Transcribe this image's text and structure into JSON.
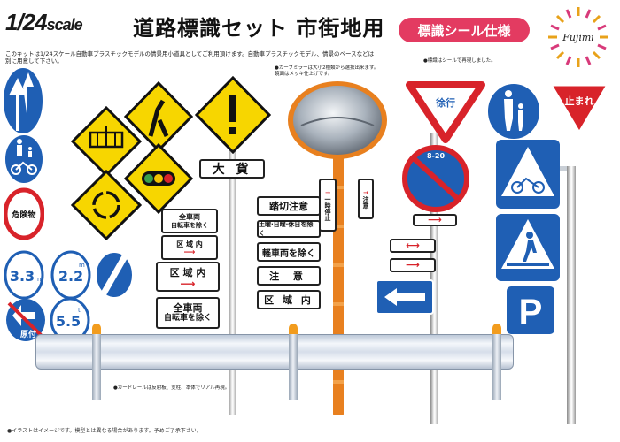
{
  "header": {
    "scale": "1/24",
    "scale_word": "scale",
    "title": "道路標識セット 市街地用",
    "badge": "標識シール仕様",
    "brand": "Fujimi"
  },
  "intro": "このキットは1/24スケール自動車プラスチックモデルの情景用小道具としてご利用頂けます。自動車プラスチックモデル、情景のベースなどは別に用意して下さい。",
  "note_top_right": "●標識はシールで再現しました。",
  "note_mirror": [
    "●カーブミラーは大小2種類から選択出来ます。",
    "鏡面はメッキ仕上げです。"
  ],
  "note_rail": "●ガードレールは反射板、支柱、本体でリアル再現。",
  "footer": "●イラストはイメージです。模型とは異なる場合があります。予めご了承下さい。",
  "signs": {
    "danger_goods": "危険物",
    "speed_33": "3.3",
    "speed_33_unit": "m",
    "width_22": "2.2",
    "width_22_unit": "m",
    "gensuki": "原付",
    "weight_55": "5.5",
    "weight_unit": "t",
    "taika": "大 貨",
    "zensharyo": "全車両",
    "jitensha_nozoku": "自転車を除く",
    "kuikinai": "区 域 内",
    "kuikinai2": "区 域 内",
    "zensharyo2": "全車両",
    "jitensha_nozoku2": "自転車を除く",
    "fumikiri": "踏切注意",
    "doyou": "土曜·日曜·休日を除く",
    "keisharyo": "軽車両を除く",
    "chui": "注 意",
    "kuikinai3": "区 域 内",
    "ichiji_teishi": "一時停止",
    "chui_v": "注意",
    "jokou": "徐行",
    "time": "8-20",
    "tomare": "止まれ"
  },
  "colors": {
    "blue": "#1f5fb4",
    "red": "#d8232a",
    "yellow": "#f7d600",
    "pink": "#e33b61"
  }
}
